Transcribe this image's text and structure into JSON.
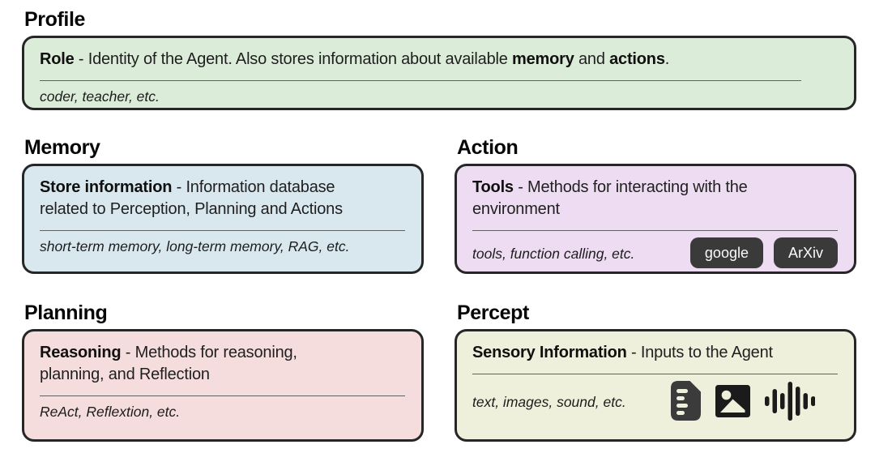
{
  "style": {
    "card_border_color": "#262626",
    "divider_color": "#616161",
    "icon_color": "#2e2e2e"
  },
  "sections": {
    "profile": {
      "header": "Profile",
      "bg": "#dbecd8",
      "title_segments": [
        {
          "b": true,
          "t": "Role"
        },
        {
          "b": false,
          "t": " - Identity of the Agent. Also stores information about available "
        },
        {
          "b": true,
          "t": "memory"
        },
        {
          "b": false,
          "t": " and "
        },
        {
          "b": true,
          "t": "actions"
        },
        {
          "b": false,
          "t": "."
        }
      ],
      "examples": "coder, teacher, etc."
    },
    "memory": {
      "header": "Memory",
      "bg": "#d9e8ef",
      "title_segments": [
        {
          "b": true,
          "t": "Store information"
        },
        {
          "b": false,
          "t": " - Information database\nrelated to Perception, Planning and Actions"
        }
      ],
      "examples": "short-term memory, long-term memory, RAG, etc."
    },
    "action": {
      "header": "Action",
      "bg": "#eeddf2",
      "title_segments": [
        {
          "b": true,
          "t": "Tools"
        },
        {
          "b": false,
          "t": " - Methods for interacting with the\nenvironment"
        }
      ],
      "examples": "tools, function calling, etc.",
      "buttons": [
        {
          "label": "google",
          "bg": "#3a3a3a",
          "text_color": "#fafafa"
        },
        {
          "label": "ArXiv",
          "bg": "#3a3a3a",
          "text_color": "#fafafa"
        }
      ]
    },
    "planning": {
      "header": "Planning",
      "bg": "#f5dddd",
      "title_segments": [
        {
          "b": true,
          "t": "Reasoning"
        },
        {
          "b": false,
          "t": " - Methods for reasoning,\nplanning, and Reflection"
        }
      ],
      "examples": "ReAct, Reflextion, etc."
    },
    "percept": {
      "header": "Percept",
      "bg": "#eef0db",
      "title_segments": [
        {
          "b": true,
          "t": "Sensory Information"
        },
        {
          "b": false,
          "t": " - Inputs to the Agent"
        }
      ],
      "examples": "text, images, sound, etc.",
      "icons": [
        {
          "name": "document-icon"
        },
        {
          "name": "image-icon"
        },
        {
          "name": "audio-waveform-icon"
        }
      ]
    }
  }
}
